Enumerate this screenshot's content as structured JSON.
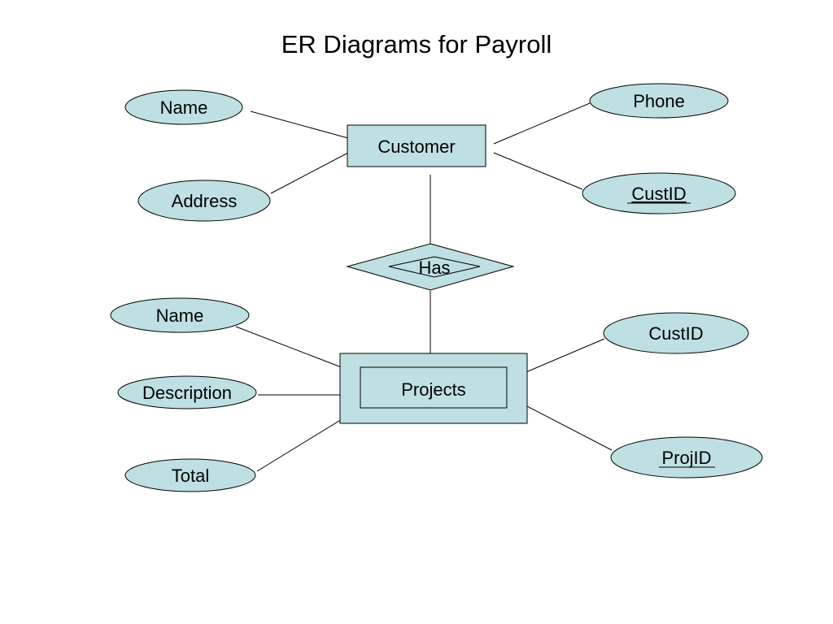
{
  "title": "ER Diagrams for Payroll",
  "fill_color": "#bfe0e2",
  "stroke_color": "#000000",
  "entities": {
    "customer": "Customer",
    "projects": "Projects"
  },
  "relationship": "Has",
  "customer_attributes": {
    "name": "Name",
    "address": "Address",
    "phone": "Phone",
    "custid": "CustID"
  },
  "projects_attributes": {
    "name": "Name",
    "description": "Description",
    "total": "Total",
    "custid": "CustID",
    "projid": "ProjID"
  },
  "key_attributes": [
    "customer_attributes.custid",
    "projects_attributes.projid"
  ]
}
